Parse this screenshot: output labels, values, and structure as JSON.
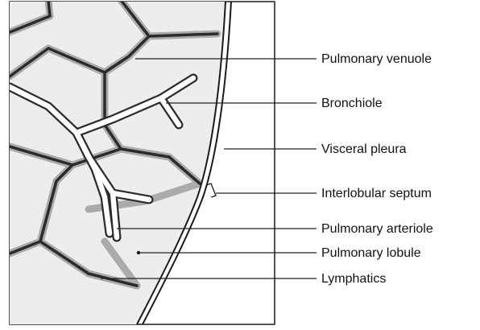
{
  "labels": {
    "pulmonary_venuole": "Pulmonary venuole",
    "bronchiole": "Bronchiole",
    "visceral_pleura": "Visceral pleura",
    "interlobular_septum": "Interlobular septum",
    "pulmonary_arteriole": "Pulmonary arteriole",
    "pulmonary_lobule": "Pulmonary lobule",
    "lymphatics": "Lymphatics"
  },
  "colors": {
    "lobule_fill": "#ededed",
    "septum": "#2b2b2b",
    "septum_shadow": "#9a9a9a",
    "leader": "#222222"
  }
}
